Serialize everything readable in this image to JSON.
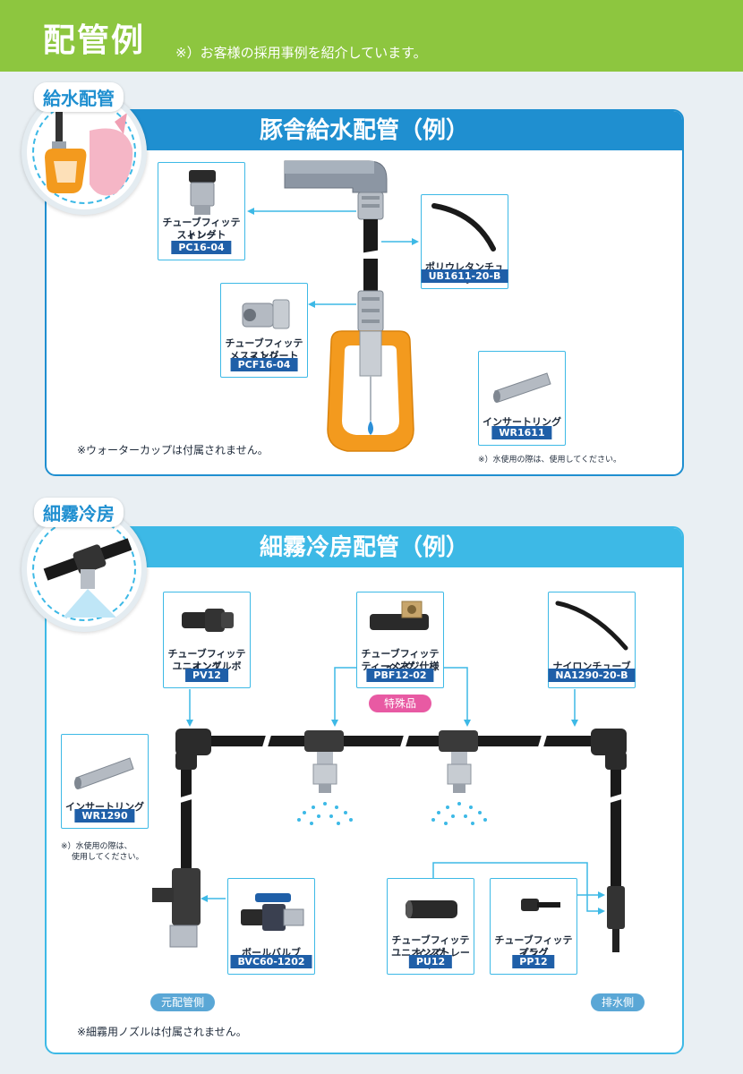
{
  "header": {
    "title": "配管例",
    "note": "※）お客様の採用事例を紹介しています。"
  },
  "section1": {
    "badge": "給水配管",
    "title": "豚舎給水配管（例）",
    "cards": [
      {
        "name_line1": "チューブフィッティング",
        "name_line2": "ストレート",
        "code": "PC16-04"
      },
      {
        "name_line1": "",
        "name_line2": "ポリウレタンチューブ",
        "code": "UB1611-20-B"
      },
      {
        "name_line1": "チューブフィッティング",
        "name_line2": "メスストレート",
        "code": "PCF16-04"
      },
      {
        "name_line1": "",
        "name_line2": "インサートリング",
        "code": "WR1611"
      }
    ],
    "note_cup": "※ウォーターカップは付属されません。",
    "note_water": "※）水使用の際は、使用してください。"
  },
  "section2": {
    "badge": "細霧冷房",
    "title": "細霧冷房配管（例）",
    "cards": [
      {
        "name_line1": "チューブフィッティング",
        "name_line2": "ユニオンエルボ",
        "code": "PV12"
      },
      {
        "name_line1": "チューブフィッティング",
        "name_line2": "ティーメネジ仕様",
        "code": "PBF12-02"
      },
      {
        "name_line1": "",
        "name_line2": "ナイロンチューブ",
        "code": "NA1290-20-B"
      },
      {
        "name_line1": "",
        "name_line2": "インサートリング",
        "code": "WR1290"
      },
      {
        "name_line1": "",
        "name_line2": "ボールバルブ",
        "code": "BVC60-1202"
      },
      {
        "name_line1": "チューブフィッティング",
        "name_line2": "ユニオンストレート",
        "code": "PU12"
      },
      {
        "name_line1": "チューブフィッティング",
        "name_line2": "プラグ",
        "code": "PP12"
      }
    ],
    "special_badge": "特殊品",
    "note_water_line1": "※）水使用の際は、",
    "note_water_line2": "使用してください。",
    "origin_label": "元配管側",
    "drain_label": "排水側",
    "note_nozzle": "※細霧用ノズルは付属されません。"
  },
  "colors": {
    "header_green": "#8dc63f",
    "panel_blue": "#1f8fd0",
    "panel_light_blue": "#3db9e6",
    "code_navy": "#1f5fa8",
    "cup_orange": "#f39a1e",
    "special_pink": "#e85aa3"
  }
}
